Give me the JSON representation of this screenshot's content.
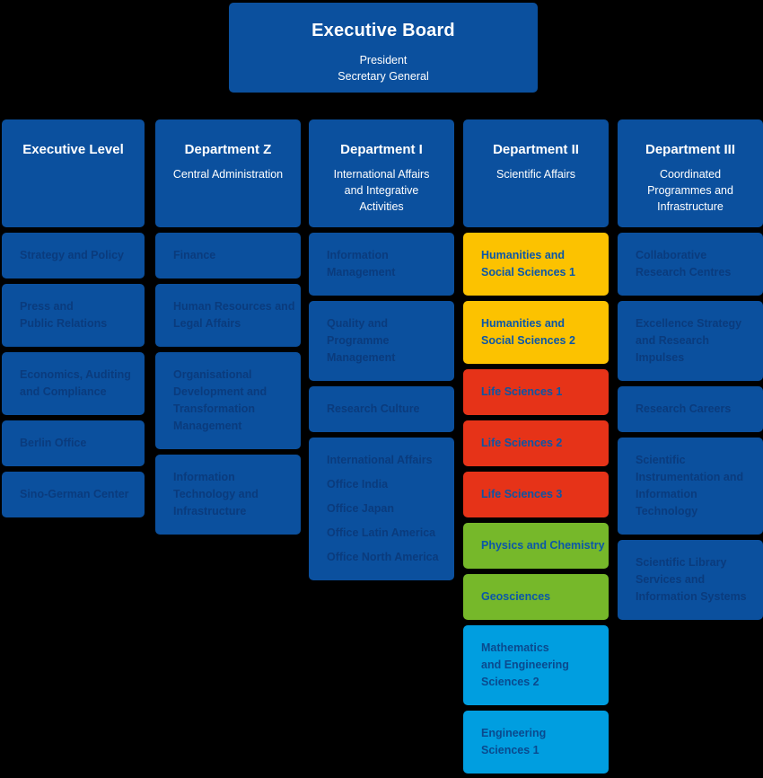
{
  "palette": {
    "page_bg": "#000000",
    "header_bg": "#0B509E",
    "header_text": "#FFFFFF",
    "blue": {
      "bg": "#0B509E",
      "text": "#0A3B7D"
    },
    "yellow": {
      "bg": "#FCC200",
      "text": "#0B57A8"
    },
    "red": {
      "bg": "#E63318",
      "text": "#0C55A4"
    },
    "green": {
      "bg": "#76B82A",
      "text": "#0B57A8"
    },
    "cyan": {
      "bg": "#009EE0",
      "text": "#0A4A8E"
    }
  },
  "board": {
    "title": "Executive Board",
    "lines": [
      "President",
      "Secretary General"
    ]
  },
  "columns": [
    {
      "id": "executive-level",
      "title": "Executive Level",
      "subtitle_lines": [],
      "items": [
        {
          "lines": [
            "Strategy and Policy"
          ],
          "color": "blue"
        },
        {
          "lines": [
            "Press and",
            "Public Relations"
          ],
          "color": "blue"
        },
        {
          "lines": [
            "Economics, Auditing",
            "and Compliance"
          ],
          "color": "blue"
        },
        {
          "lines": [
            "Berlin Office"
          ],
          "color": "blue"
        },
        {
          "lines": [
            "Sino-German Center"
          ],
          "color": "blue"
        }
      ]
    },
    {
      "id": "department-z",
      "title": "Department Z",
      "subtitle_lines": [
        "Central Administration"
      ],
      "items": [
        {
          "lines": [
            "Finance"
          ],
          "color": "blue"
        },
        {
          "lines": [
            "Human Resources and",
            "Legal Affairs"
          ],
          "color": "blue"
        },
        {
          "lines": [
            "Organisational",
            "Development and",
            "Transformation",
            "Management"
          ],
          "color": "blue"
        },
        {
          "lines": [
            "Information",
            "Technology and",
            "Infrastructure"
          ],
          "color": "blue"
        }
      ]
    },
    {
      "id": "department-i",
      "title": "Department I",
      "subtitle_lines": [
        "International Affairs",
        "and Integrative",
        "Activities"
      ],
      "items": [
        {
          "lines": [
            "Information",
            "Management"
          ],
          "color": "blue"
        },
        {
          "lines": [
            "Quality and",
            "Programme",
            "Management"
          ],
          "color": "blue"
        },
        {
          "lines": [
            "Research Culture"
          ],
          "color": "blue"
        },
        {
          "lines": [
            "International Affairs",
            "Office India",
            "Office Japan",
            "Office Latin America",
            "Office North America"
          ],
          "color": "blue",
          "spaced": true
        }
      ]
    },
    {
      "id": "department-ii",
      "title": "Department II",
      "subtitle_lines": [
        "Scientific Affairs"
      ],
      "items": [
        {
          "lines": [
            "Humanities and",
            "Social Sciences 1"
          ],
          "color": "yellow"
        },
        {
          "lines": [
            "Humanities and",
            "Social Sciences 2"
          ],
          "color": "yellow"
        },
        {
          "lines": [
            "Life Sciences 1"
          ],
          "color": "red"
        },
        {
          "lines": [
            "Life Sciences 2"
          ],
          "color": "red"
        },
        {
          "lines": [
            "Life Sciences 3"
          ],
          "color": "red"
        },
        {
          "lines": [
            "Physics and Chemistry"
          ],
          "color": "green"
        },
        {
          "lines": [
            "Geosciences"
          ],
          "color": "green"
        },
        {
          "lines": [
            "Mathematics",
            "and Engineering",
            "Sciences 2"
          ],
          "color": "cyan"
        },
        {
          "lines": [
            "Engineering",
            "Sciences 1"
          ],
          "color": "cyan"
        }
      ]
    },
    {
      "id": "department-iii",
      "title": "Department III",
      "subtitle_lines": [
        "Coordinated",
        "Programmes and",
        "Infrastructure"
      ],
      "items": [
        {
          "lines": [
            "Collaborative",
            "Research Centres"
          ],
          "color": "blue"
        },
        {
          "lines": [
            "Excellence Strategy",
            "and Research",
            "Impulses"
          ],
          "color": "blue"
        },
        {
          "lines": [
            "Research Careers"
          ],
          "color": "blue"
        },
        {
          "lines": [
            "Scientific",
            "Instrumentation and",
            "Information",
            "Technology"
          ],
          "color": "blue"
        },
        {
          "lines": [
            "Scientific Library",
            "Services and",
            "Information Systems"
          ],
          "color": "blue"
        }
      ]
    }
  ]
}
